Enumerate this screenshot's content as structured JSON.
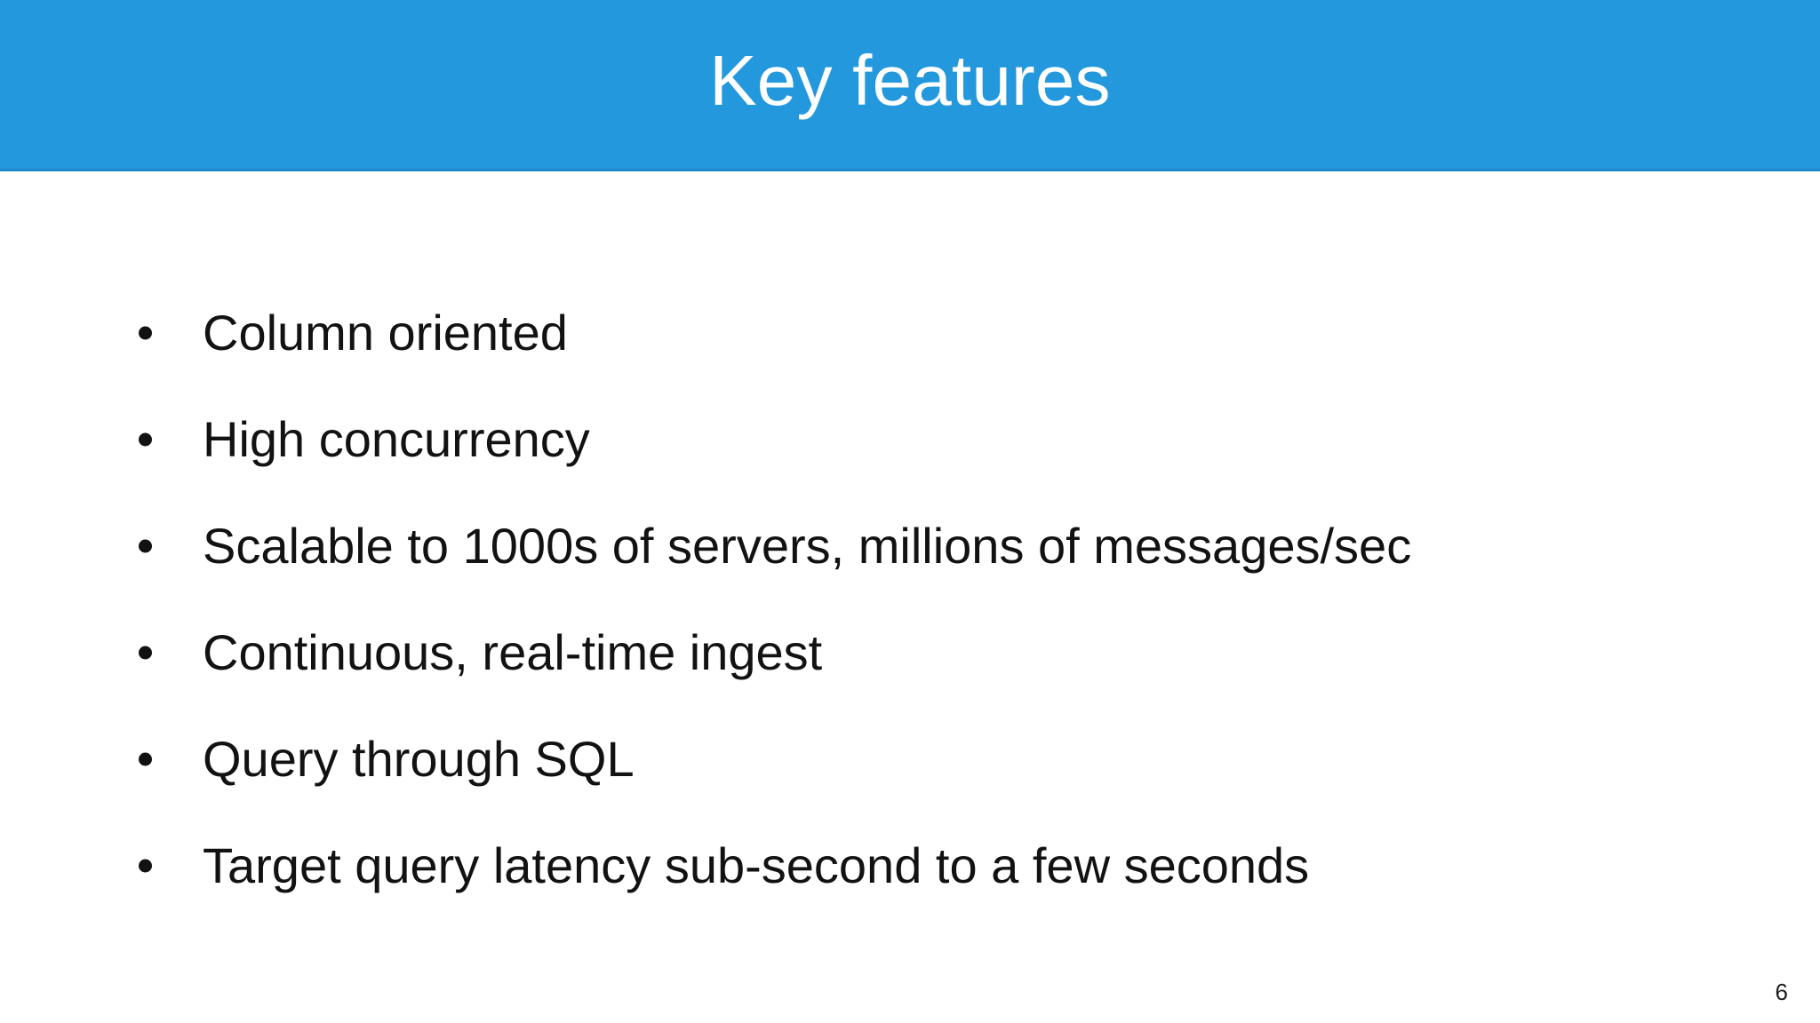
{
  "slide": {
    "title": "Key features",
    "page_number": "6",
    "colors": {
      "banner_background": "#2498DD",
      "banner_rule": "#2089CB",
      "title_text": "#FFFFFF",
      "body_background": "#FFFFFF",
      "body_text": "#121212",
      "bullet_marker": "#121212",
      "page_number_text": "#1D1D1D"
    },
    "bullets": [
      {
        "marker": "bullet-dot",
        "text": "Column oriented"
      },
      {
        "marker": "bullet-dot",
        "text": "High concurrency"
      },
      {
        "marker": "bullet-dot",
        "text": "Scalable to 1000s of servers, millions of messages/sec"
      },
      {
        "marker": "bullet-dot",
        "text": "Continuous, real-time ingest"
      },
      {
        "marker": "bullet-dot",
        "text": "Query through SQL"
      },
      {
        "marker": "bullet-dot",
        "text": "Target query latency sub-second to a few seconds"
      }
    ]
  }
}
